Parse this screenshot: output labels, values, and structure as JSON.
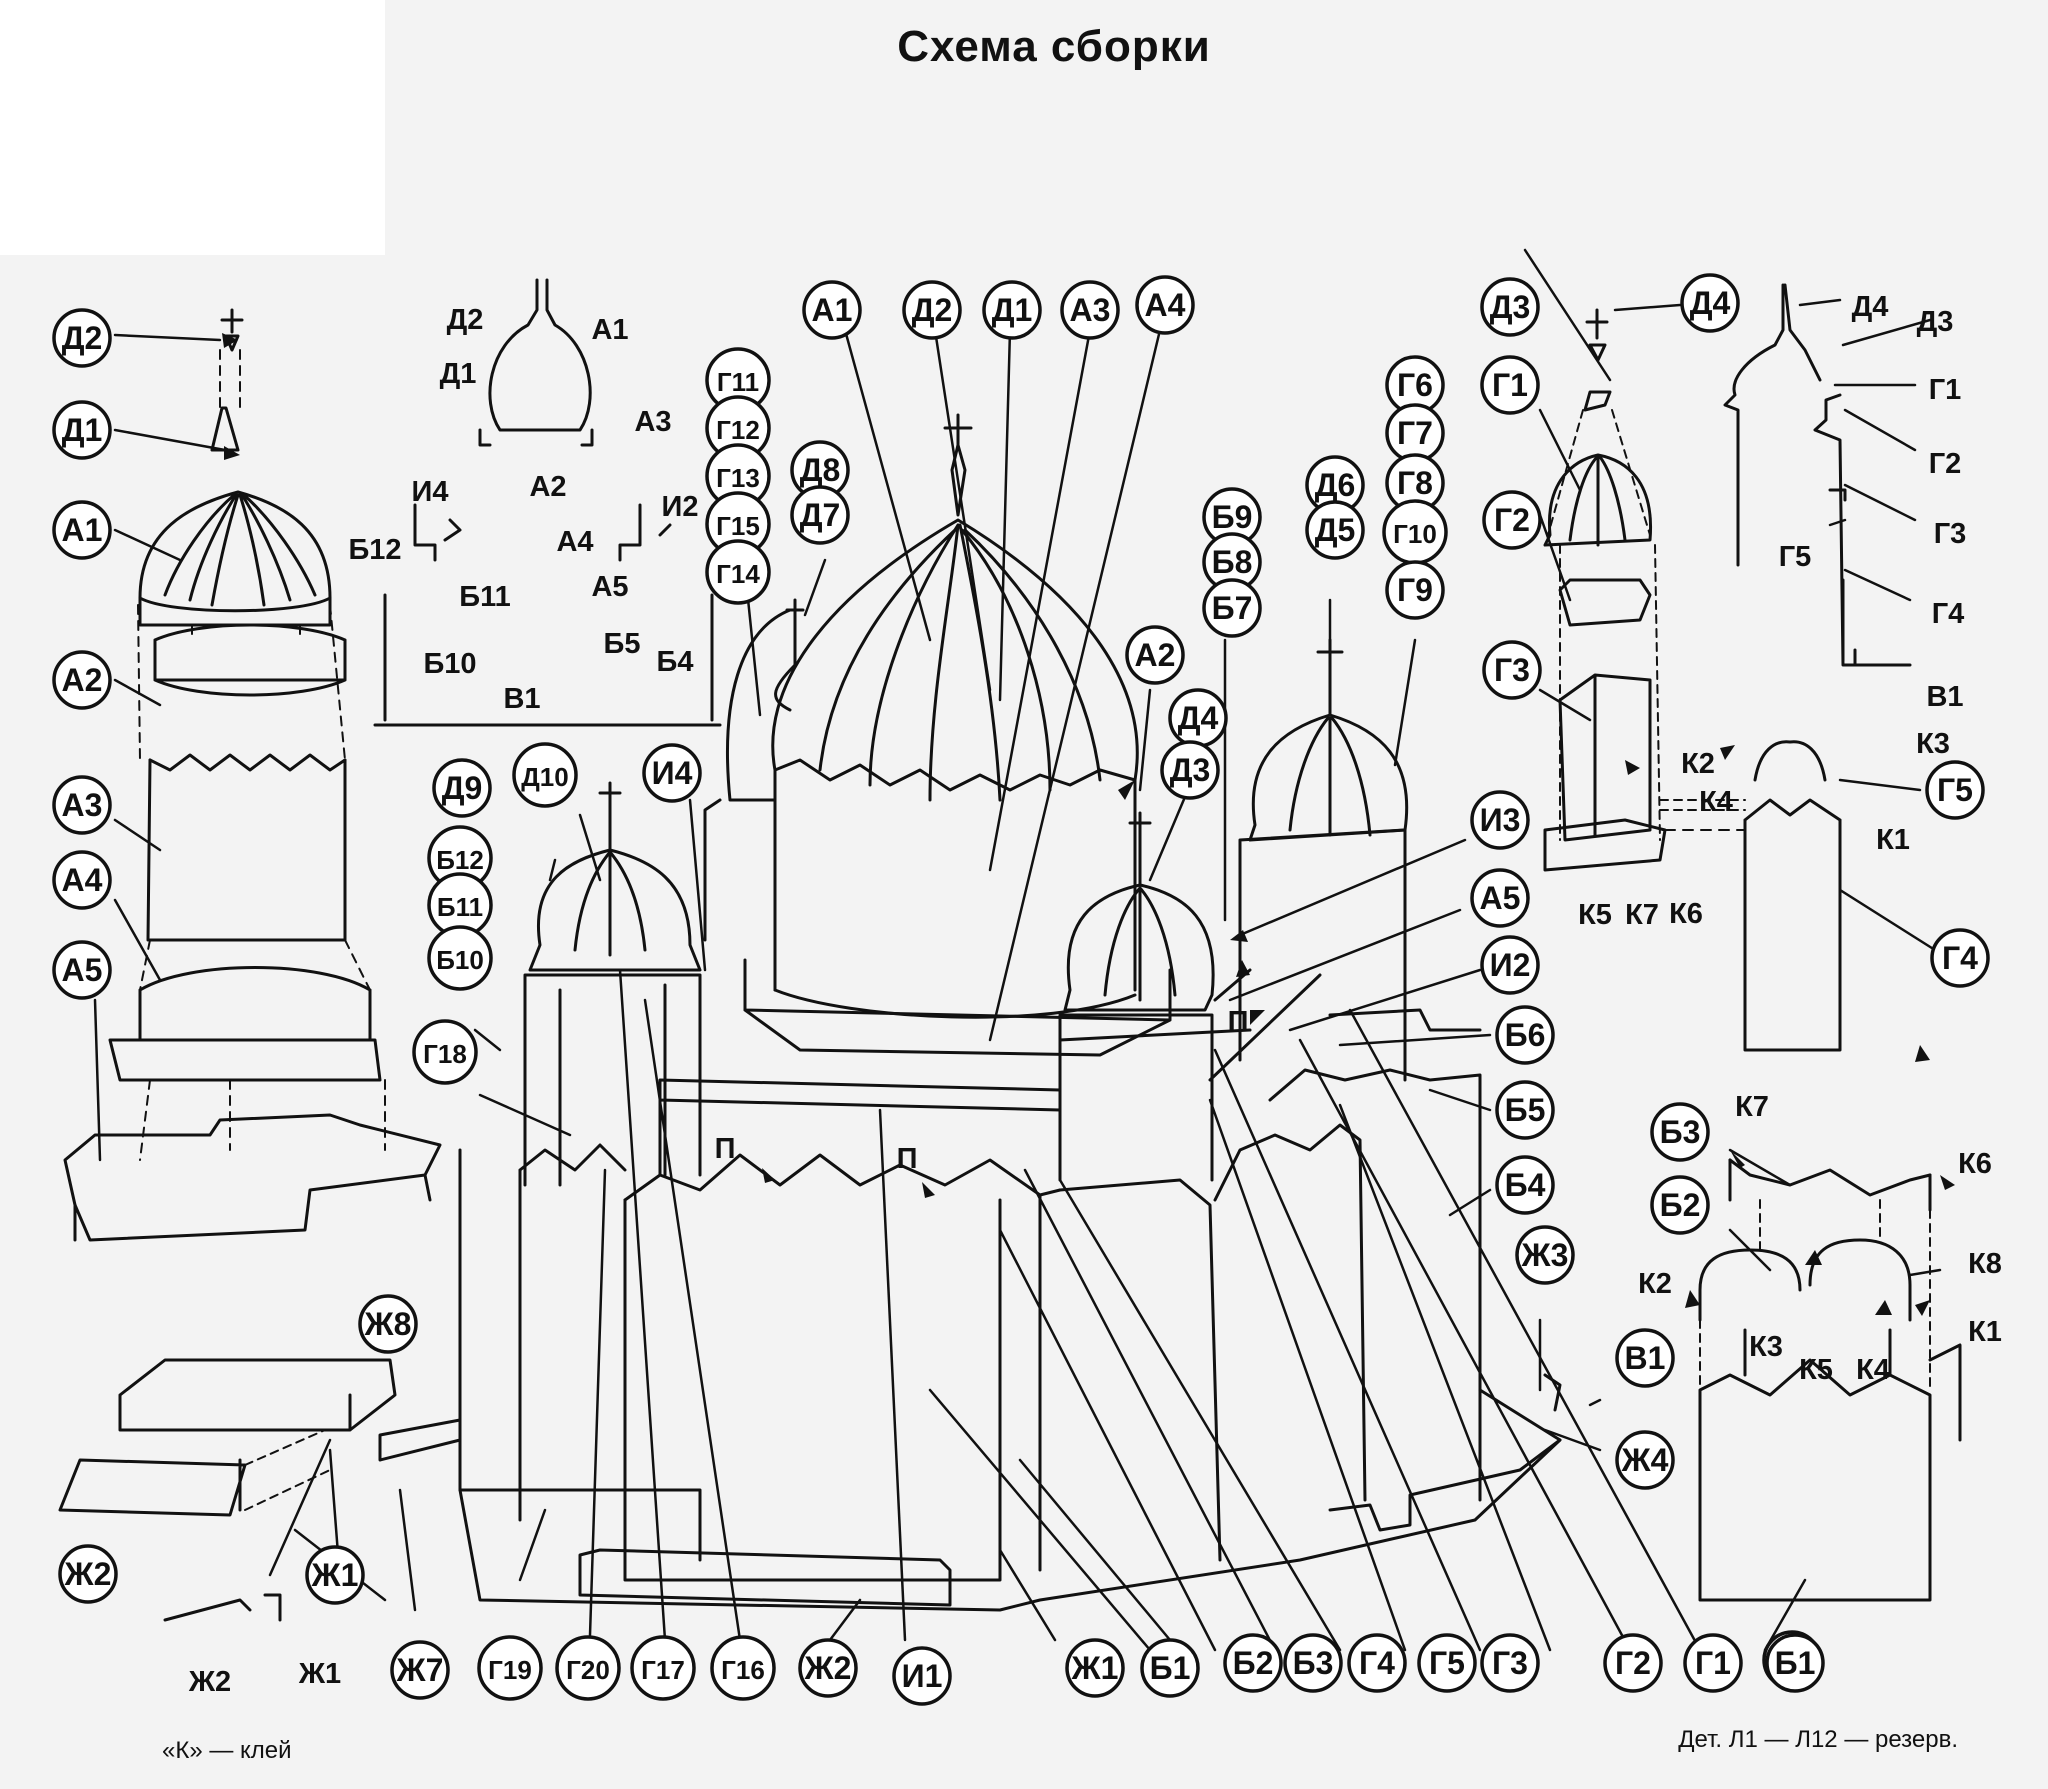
{
  "title": "Схема сборки",
  "notes": {
    "glue": "«К» — клей",
    "reserve": "Дет. Л1 — Л12 — резерв."
  },
  "labels": {
    "left": [
      "Д2",
      "Д1",
      "А1",
      "А2",
      "А3",
      "А4",
      "А5"
    ],
    "mini": [
      "Д2",
      "Д1",
      "А1",
      "А3",
      "А2",
      "И4",
      "Б12",
      "Б11",
      "А4",
      "И2",
      "А5",
      "Б5",
      "Б4",
      "Б10",
      "В1"
    ],
    "column_g": [
      "Г11",
      "Г12",
      "Г13",
      "Г15",
      "Г14"
    ],
    "column_d": [
      "Д8",
      "Д7"
    ],
    "top": [
      "А1",
      "Д2",
      "Д1",
      "А3",
      "А4"
    ],
    "mid": [
      "А2",
      "Д4",
      "Д3",
      "Д9",
      "Д10",
      "И4",
      "Б12",
      "Б11",
      "Б10",
      "Г18"
    ],
    "column_b": [
      "Б9",
      "Б8",
      "Б7"
    ],
    "column_d56": [
      "Д6",
      "Д5"
    ],
    "column_g6": [
      "Г6",
      "Г7",
      "Г8",
      "Г10",
      "Г9"
    ],
    "right_side": [
      "И3",
      "А5",
      "И2",
      "Б6",
      "Б5",
      "Б4",
      "Ж3",
      "В1",
      "Ж4"
    ],
    "tower": [
      "Д3",
      "Д4",
      "Г1",
      "Г2",
      "Г3",
      "Г5",
      "Г4"
    ],
    "tower_glue": [
      "К2",
      "К3",
      "К4",
      "К1",
      "К5",
      "К7",
      "К6"
    ],
    "profile": [
      "Д4",
      "Д3",
      "Г1",
      "Г2",
      "Г3",
      "Г5",
      "Г4",
      "В1"
    ],
    "b_detail": [
      "Б3",
      "Б2",
      "К7",
      "К6",
      "К8",
      "К2",
      "К3",
      "К5",
      "К4",
      "К1",
      "Б1"
    ],
    "base_left": [
      "Ж8",
      "Ж2",
      "Ж1",
      "Ж2",
      "Ж1"
    ],
    "bottom": [
      "Ж7",
      "Г19",
      "Г20",
      "Г17",
      "Г16",
      "Ж2",
      "И1",
      "Ж1",
      "Б1",
      "Б2",
      "Б3",
      "Г4",
      "Г5",
      "Г3",
      "Г2",
      "Г1",
      "Б1"
    ],
    "p_marks": [
      "П",
      "П",
      "П"
    ]
  }
}
